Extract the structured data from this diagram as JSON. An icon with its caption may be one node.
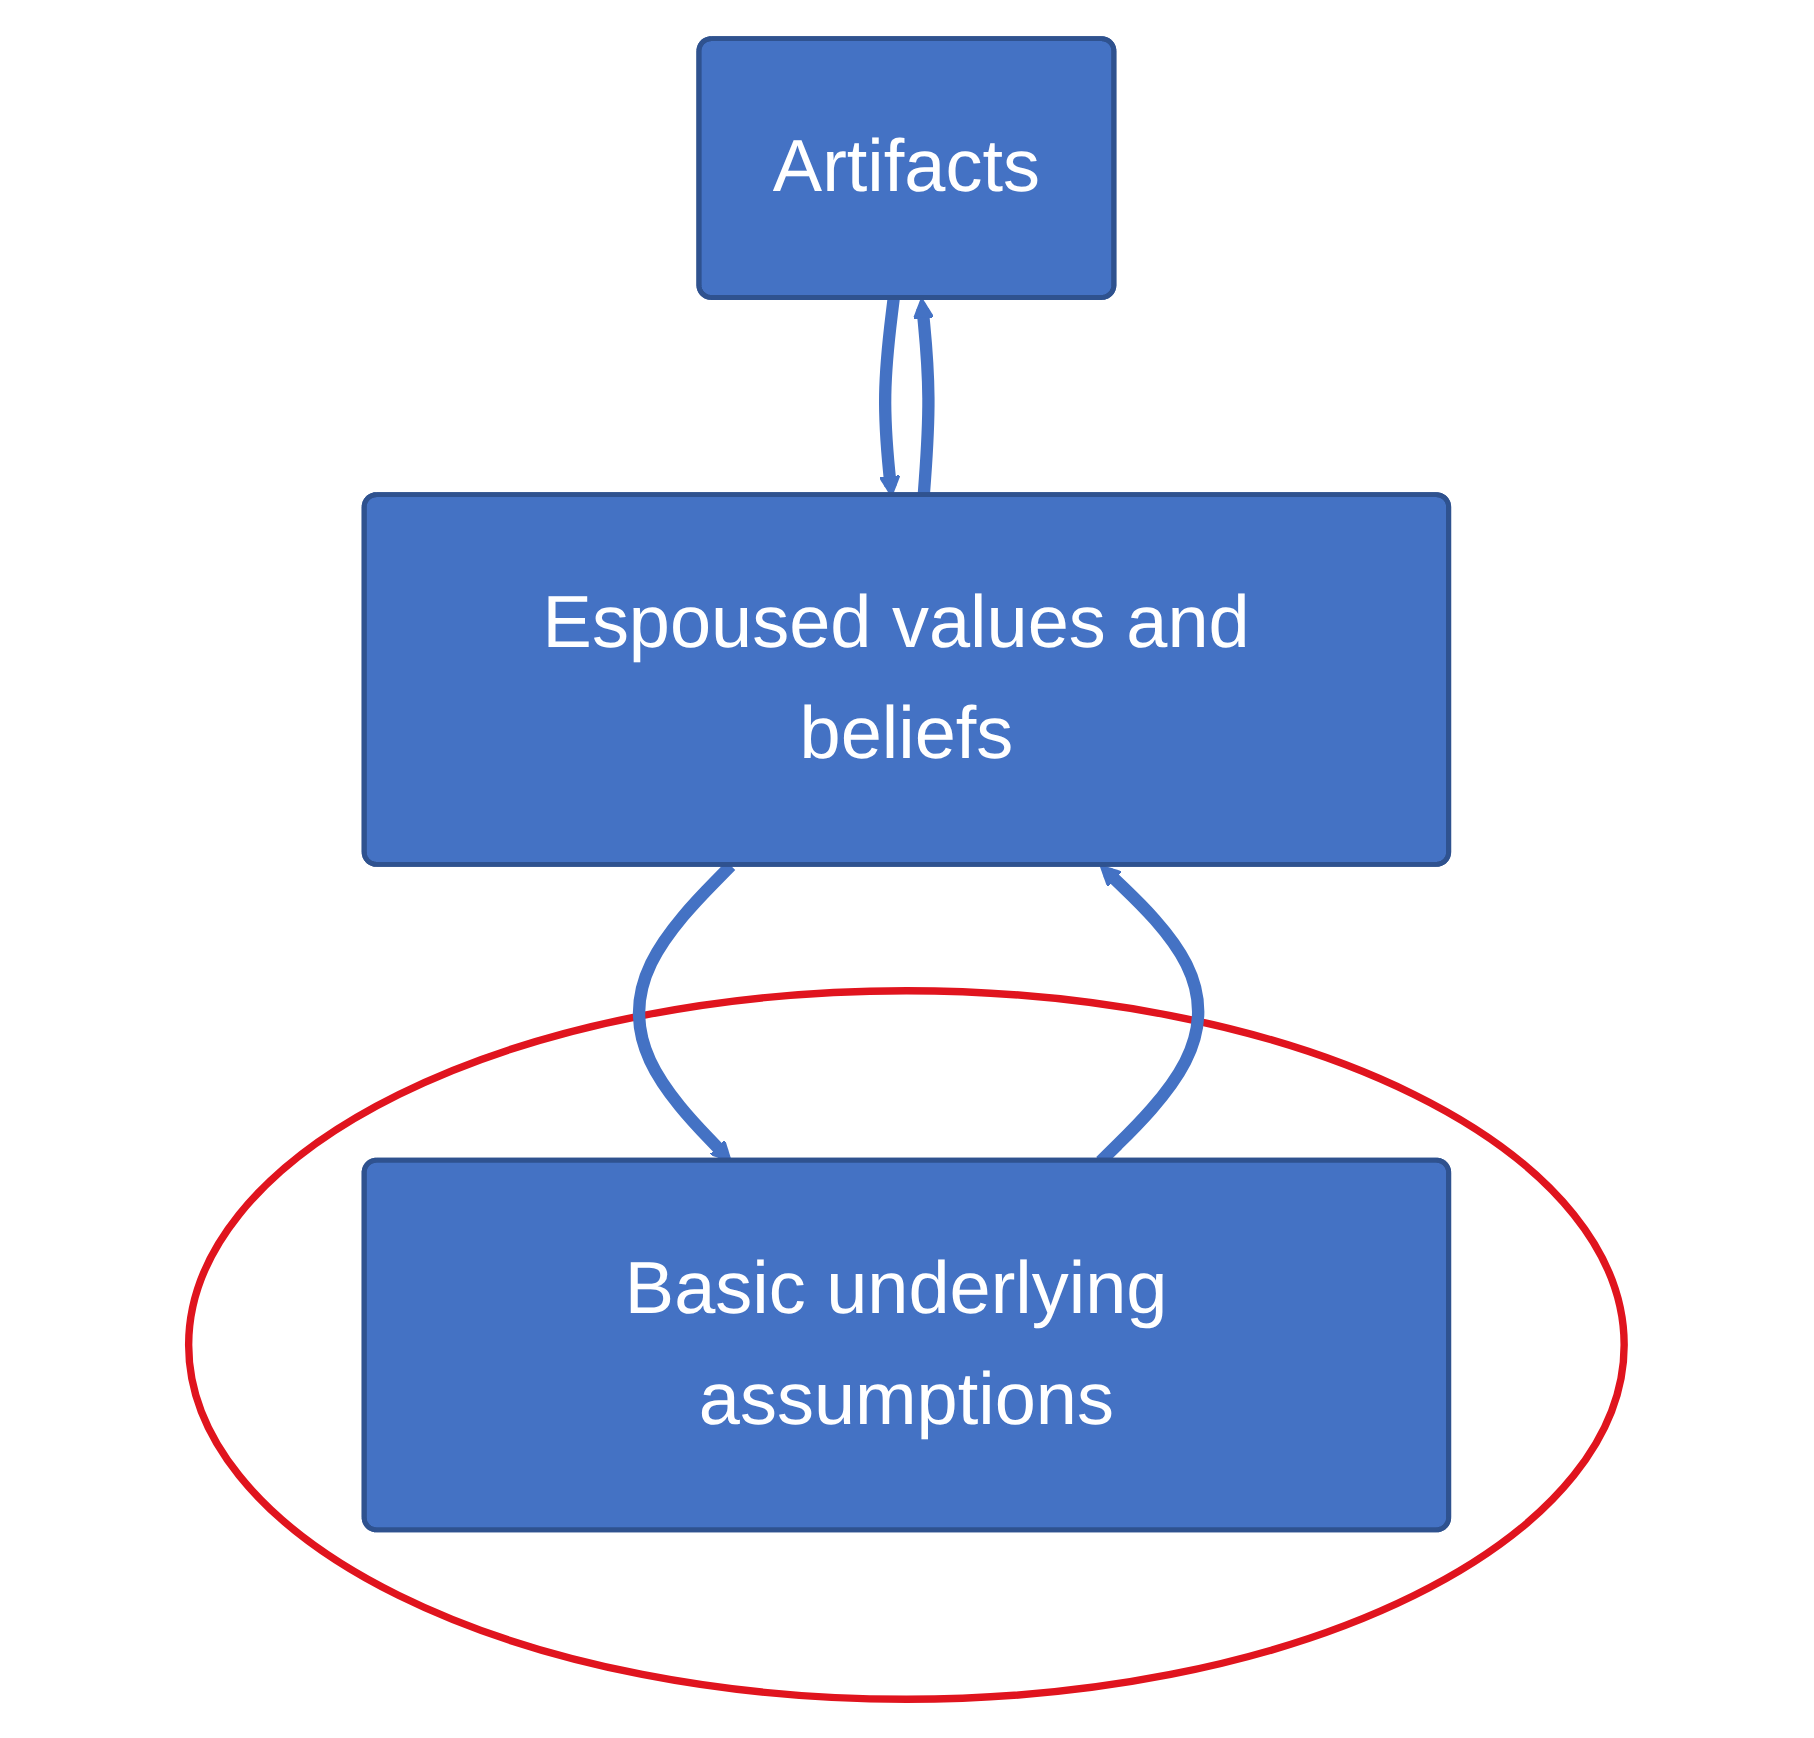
{
  "diagram": {
    "nodes": [
      {
        "text": [
          "Artifacts"
        ]
      },
      {
        "text": [
          "Espoused values and beliefs"
        ]
      },
      {
        "text": [],
        "shape": "circle"
      },
      {
        "text": [
          "Basic underlying assumptions"
        ],
        "in": 2
      }
    ],
    "edges": [
      {
        "from": 0,
        "to": 1,
        "arrow": "to"
      },
      {
        "from": 1,
        "to": 0,
        "arrow": "to"
      },
      {
        "from": 1,
        "to": 3,
        "arrow": "to"
      },
      {
        "from": 3,
        "to": 1,
        "arrow": "to"
      }
    ]
  }
}
